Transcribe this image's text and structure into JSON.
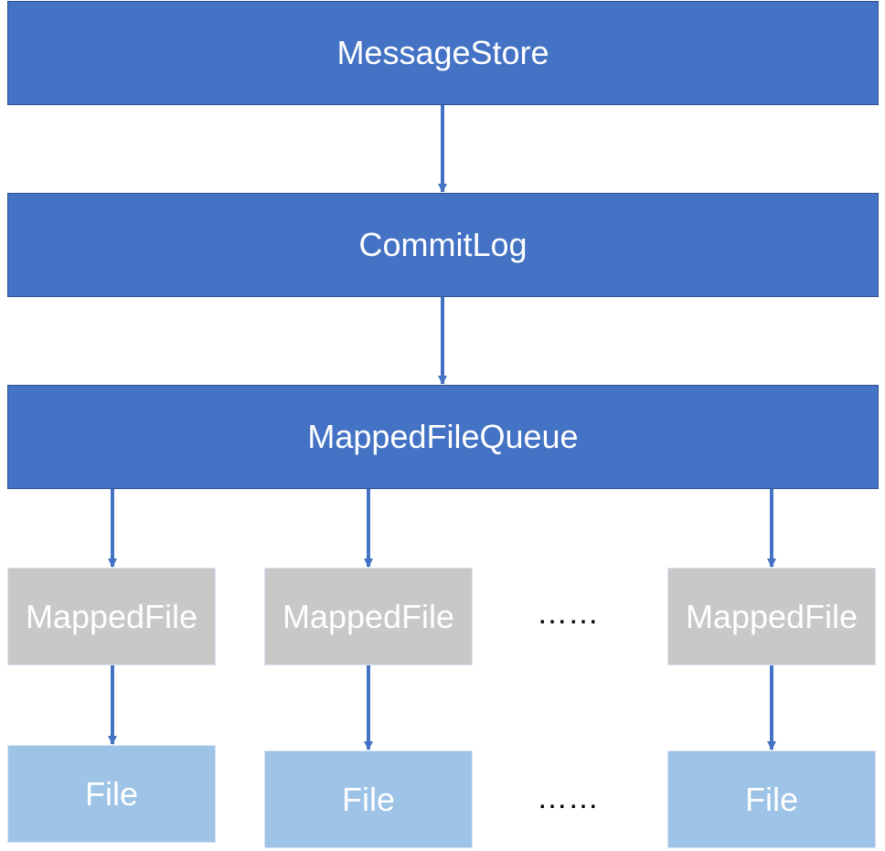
{
  "colors": {
    "layer_fill": "#4472C4",
    "layer_border": "#2F528F",
    "mapped_file_fill": "#C8C8C8",
    "file_fill": "#9DC3E6",
    "arrow": "#4472C4",
    "text_light": "#FFFFFF"
  },
  "layers": {
    "message_store": "MessageStore",
    "commit_log": "CommitLog",
    "mapped_file_queue": "MappedFileQueue"
  },
  "mapped_files": [
    "MappedFile",
    "MappedFile",
    "MappedFile"
  ],
  "files": [
    "File",
    "File",
    "File"
  ],
  "ellipsis": "……"
}
